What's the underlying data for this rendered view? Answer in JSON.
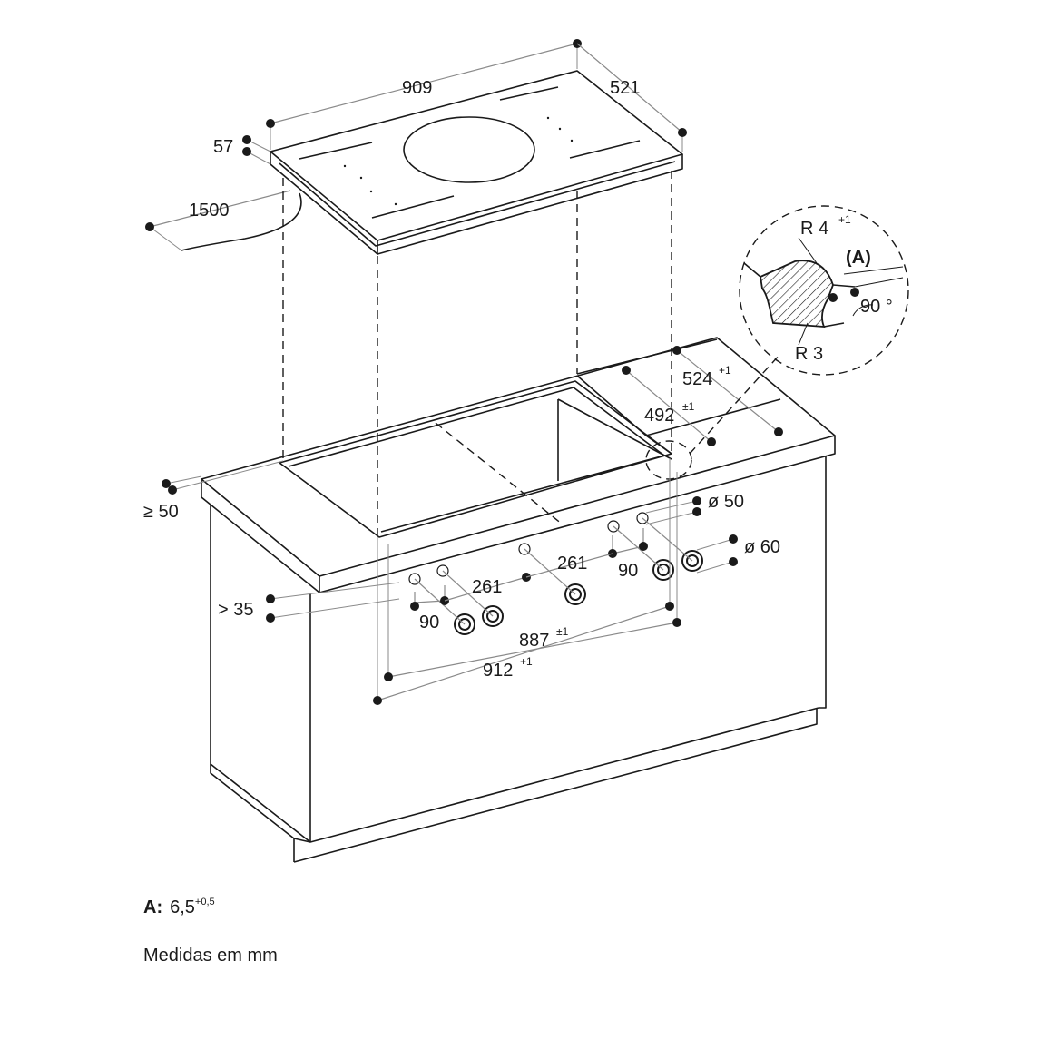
{
  "dimensions": {
    "width_909": "909",
    "depth_521": "521",
    "thickness_57": "57",
    "cable_1500": "1500",
    "cutout_depth_524": "524",
    "cutout_depth_524_tol": "+1",
    "cutout_depth_492": "492",
    "cutout_depth_492_tol": "±1",
    "front_margin": "≥ 50",
    "knob_dia_50": "ø 50",
    "knob_dia_60": "ø 60",
    "front_edge_35": "> 35",
    "spacing_261_a": "261",
    "spacing_261_b": "261",
    "spacing_90_a": "90",
    "spacing_90_b": "90",
    "cutout_width_887": "887",
    "cutout_width_887_tol": "±1",
    "cutout_width_912": "912",
    "cutout_width_912_tol": "+1"
  },
  "detail": {
    "radius_outer": "R 4",
    "radius_outer_tol": "+1",
    "label_a": "(A)",
    "angle": "90 °",
    "radius_inner": "R 3"
  },
  "notes": {
    "a_key": "A:",
    "a_value": "6,5",
    "a_tol": "+0,5",
    "units": "Medidas em mm"
  }
}
